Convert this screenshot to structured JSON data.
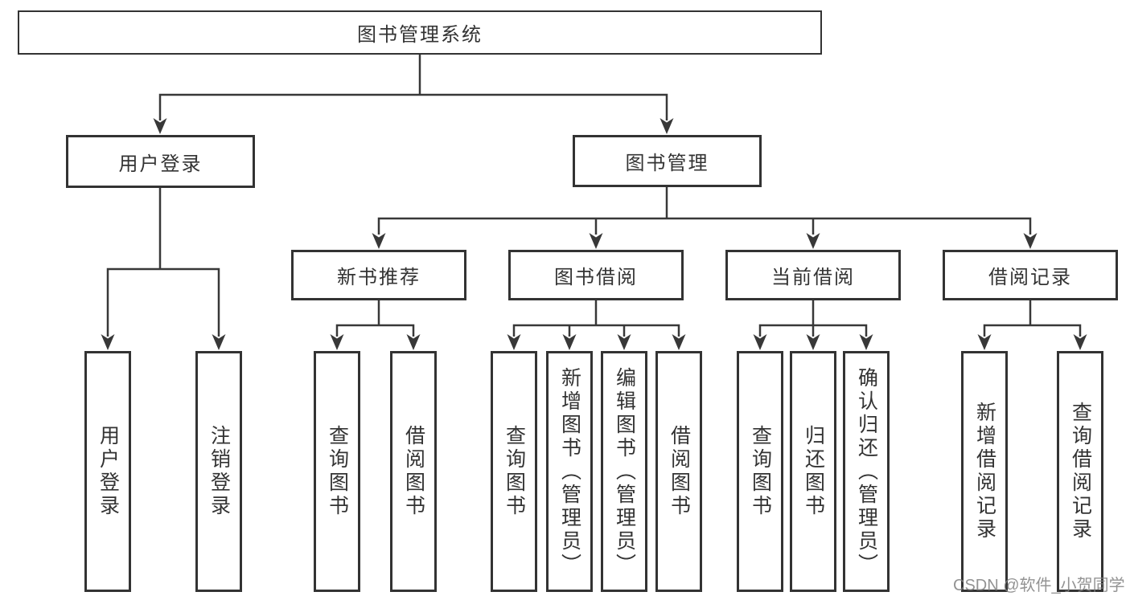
{
  "diagram": {
    "root": {
      "label": "图书管理系统"
    },
    "branches": [
      {
        "label": "用户登录",
        "children": [
          {
            "label": "用户登录"
          },
          {
            "label": "注销登录"
          }
        ]
      },
      {
        "label": "图书管理",
        "children": [
          {
            "label": "新书推荐",
            "children": [
              {
                "label": "查询图书"
              },
              {
                "label": "借阅图书"
              }
            ]
          },
          {
            "label": "图书借阅",
            "children": [
              {
                "label": "查询图书"
              },
              {
                "label": "新增图书（管理员）"
              },
              {
                "label": "编辑图书（管理员）"
              },
              {
                "label": "借阅图书"
              }
            ]
          },
          {
            "label": "当前借阅",
            "children": [
              {
                "label": "查询图书"
              },
              {
                "label": "归还图书"
              },
              {
                "label": "确认归还（管理员）"
              }
            ]
          },
          {
            "label": "借阅记录",
            "children": [
              {
                "label": "新增借阅记录"
              },
              {
                "label": "查询借阅记录"
              }
            ]
          }
        ]
      }
    ]
  },
  "watermark": "CSDN @软件_小贺同学",
  "colors": {
    "line": "#383838",
    "border": "#333333",
    "text": "#333333",
    "watermark": "#808080",
    "background": "#ffffff"
  }
}
